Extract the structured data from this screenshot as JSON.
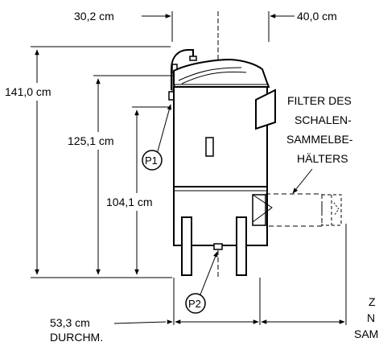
{
  "dimensions": {
    "width_top_left": "30,2 cm",
    "width_top_right": "40,0 cm",
    "height_total": "141,0 cm",
    "height_mid": "125,1 cm",
    "height_low": "104,1 cm",
    "diameter_value": "53,3 cm",
    "diameter_label": "DURCHM."
  },
  "callouts": {
    "filter_lines": [
      "FILTER DES",
      "SCHALEN-",
      "SAMMELBE-",
      "HÄLTERS"
    ],
    "p1": "P1",
    "p2": "P2",
    "partial_lines": [
      "Z",
      "N",
      "SAM"
    ]
  },
  "colors": {
    "line": "#000000",
    "background": "#ffffff",
    "fill_dark": "#222222"
  }
}
